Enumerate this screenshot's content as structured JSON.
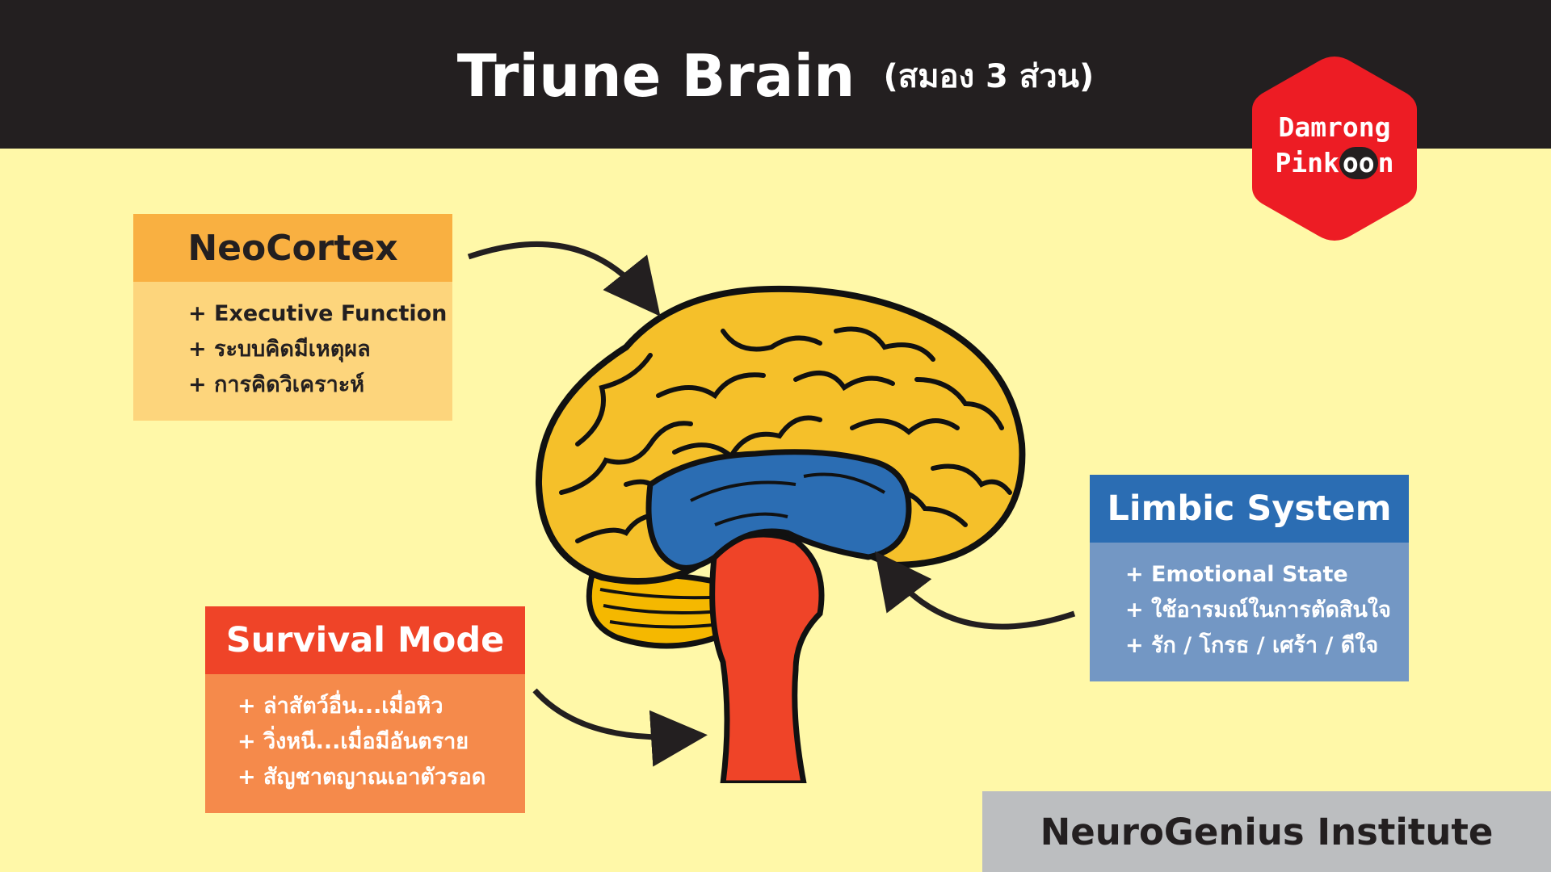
{
  "header": {
    "title": "Triune Brain",
    "subtitle": "(สมอง 3 ส่วน)"
  },
  "logo": {
    "line1": "Damrong",
    "line2_prefix": "Pink",
    "line2_highlight": "oo",
    "line2_suffix": "n",
    "color": "#ed1c24"
  },
  "neocortex": {
    "title": "NeoCortex",
    "items": [
      "+ Executive Function",
      "+ ระบบคิดมีเหตุผล",
      "+ การคิดวิเคราะห์"
    ],
    "color": "#f9b041"
  },
  "limbic": {
    "title": "Limbic System",
    "items": [
      "+ Emotional State",
      "+ ใช้อารมณ์ในการตัดสินใจ",
      "+ รัก / โกรธ / เศร้า / ดีใจ"
    ],
    "color": "#2b6db3"
  },
  "survival": {
    "title": "Survival Mode",
    "items": [
      "+ ล่าสัตว์อื่น...เมื่อหิว",
      "+ วิ่งหนี...เมื่อมีอันตราย",
      "+ สัญชาตญาณเอาตัวรอด"
    ],
    "color": "#ef4428"
  },
  "footer": {
    "label": "NeuroGenius Institute"
  }
}
